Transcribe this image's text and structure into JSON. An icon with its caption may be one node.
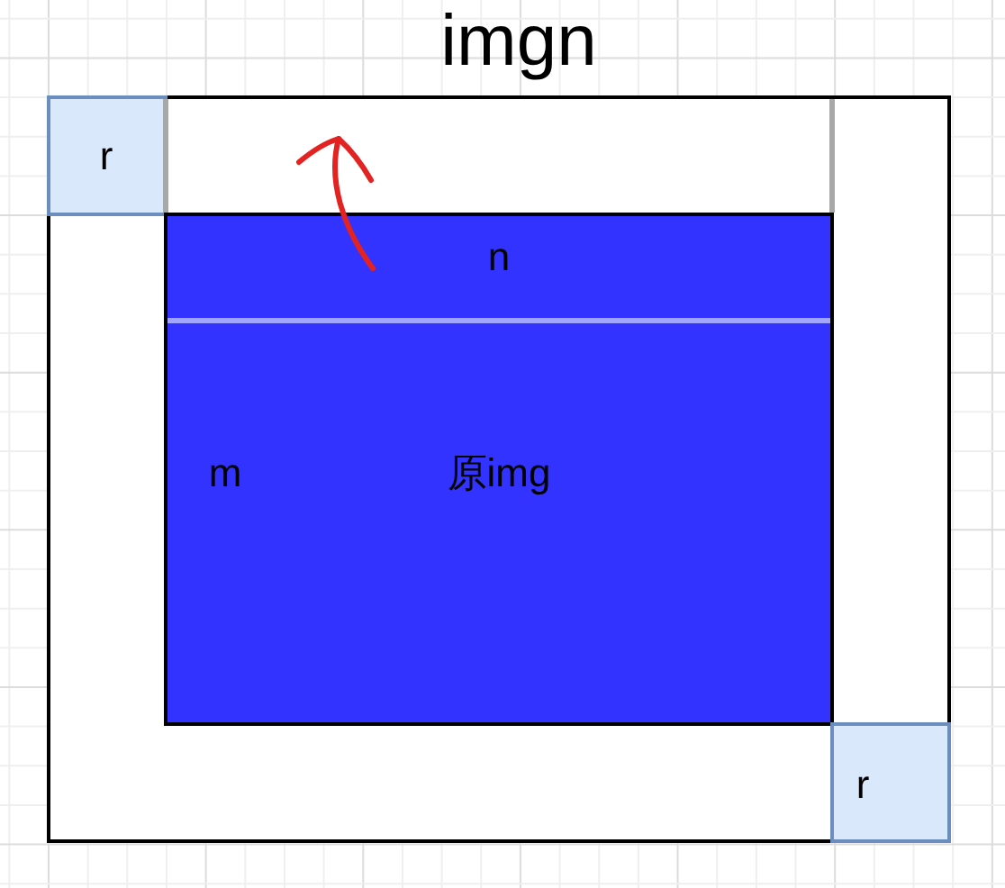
{
  "diagram": {
    "title": "imgn",
    "nodes": [
      {
        "text": [],
        "shape": "box"
      },
      {
        "text": [
          "r"
        ],
        "in": 0
      },
      {
        "text": [
          "n",
          "m",
          "原img"
        ],
        "in": 0
      },
      {
        "text": [
          "r"
        ],
        "in": 0
      }
    ]
  }
}
